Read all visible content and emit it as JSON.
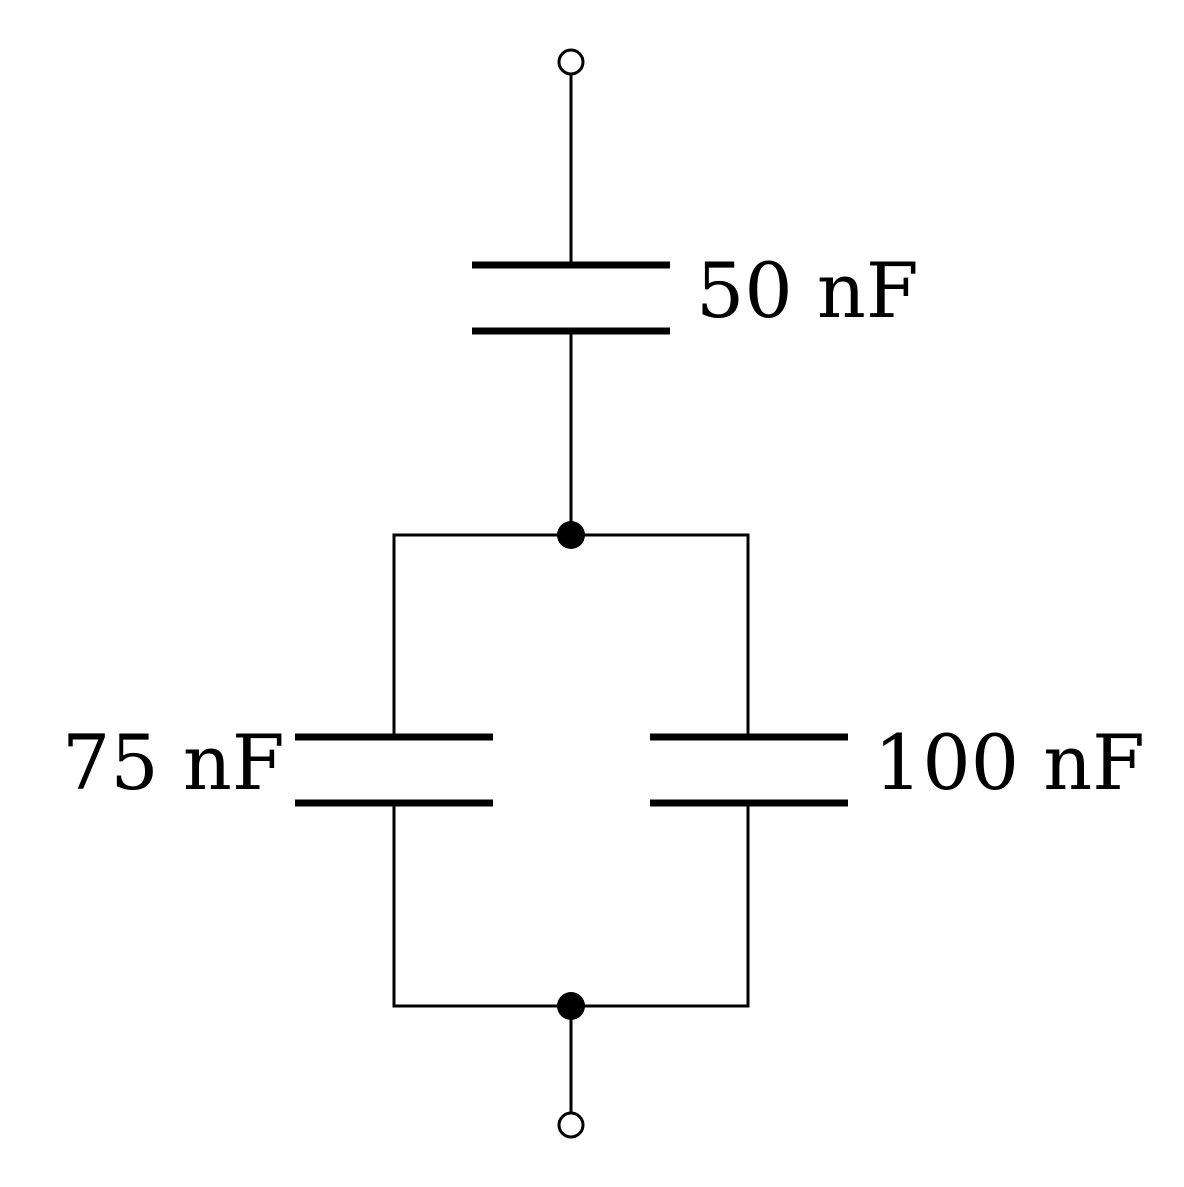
{
  "circuit": {
    "components": [
      {
        "id": "c_top",
        "type": "capacitor",
        "label": "50 nF",
        "connection": "series"
      },
      {
        "id": "c_left",
        "type": "capacitor",
        "label": "75 nF",
        "connection": "parallel"
      },
      {
        "id": "c_right",
        "type": "capacitor",
        "label": "100 nF",
        "connection": "parallel"
      }
    ],
    "terminals": [
      "top",
      "bottom"
    ],
    "junctions": [
      "upper-node",
      "lower-node"
    ]
  }
}
